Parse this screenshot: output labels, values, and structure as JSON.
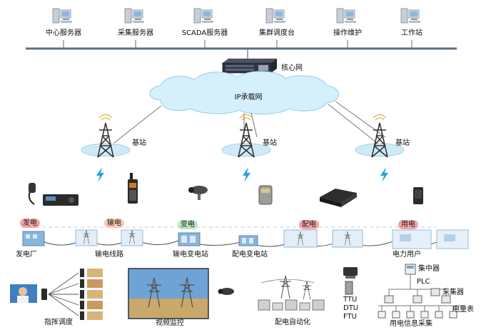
{
  "servers": [
    {
      "label": "中心服务器"
    },
    {
      "label": "采集服务器"
    },
    {
      "label": "SCADA服务器"
    },
    {
      "label": "集群调度台"
    },
    {
      "label": "操作维护"
    },
    {
      "label": "工作站"
    }
  ],
  "core": {
    "label": "核心网"
  },
  "cloud": {
    "label": "IP承载网"
  },
  "base_station": {
    "label": "基站"
  },
  "stages": [
    {
      "label": "发电",
      "color": "#f4a3a8"
    },
    {
      "label": "输电",
      "color": "#f6c9b0"
    },
    {
      "label": "变电",
      "color": "#bde5c3"
    },
    {
      "label": "配电",
      "color": "#f4a3a8"
    },
    {
      "label": "用电",
      "color": "#f4a3a8"
    }
  ],
  "facilities": {
    "plant": "发电厂",
    "line": "输电线路",
    "substation": "输电变电站",
    "dist_station": "配电变电站",
    "user": "电力用户"
  },
  "apps": {
    "dispatch": "指挥调度",
    "video": "视频监控",
    "auto": "配电自动化",
    "ttu": "TTU",
    "dtu": "DTU",
    "ftu": "FTU",
    "concentrator": "集中器",
    "plc": "PLC",
    "collector": "采集器",
    "meter": "电量表",
    "info": "用电信息采集"
  },
  "colors": {
    "bus": "#5a6f8a",
    "cloud": "#d6f0fb",
    "cloud_edge": "#9fd3ea",
    "lightning": "#1fa3e0",
    "tower": "#333333"
  }
}
